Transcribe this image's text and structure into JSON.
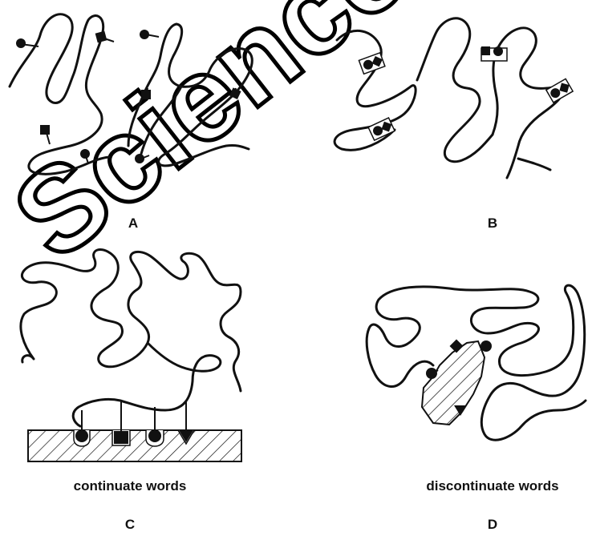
{
  "panels": {
    "a": {
      "label": "A"
    },
    "b": {
      "label": "B"
    },
    "c": {
      "label": "C",
      "caption": "continuate words"
    },
    "d": {
      "label": "D",
      "caption": "discontinuate words"
    }
  },
  "watermark": {
    "text": "Science"
  },
  "colors": {
    "ink": "#111111",
    "background": "#ffffff"
  }
}
